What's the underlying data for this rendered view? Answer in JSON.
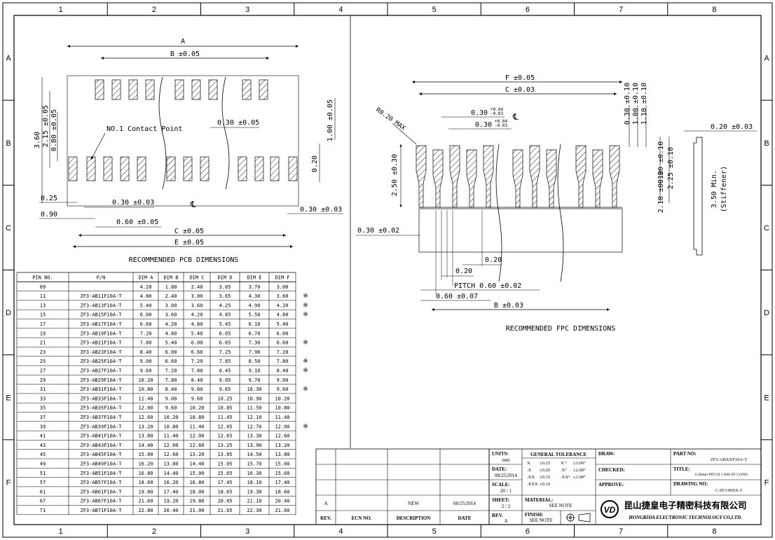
{
  "border": {
    "columns": [
      "1",
      "2",
      "3",
      "4",
      "5",
      "6",
      "7",
      "8"
    ],
    "rows": [
      "A",
      "B",
      "C",
      "D",
      "E",
      "F"
    ]
  },
  "pcb": {
    "caption": "RECOMMENDED PCB DIMENSIONS",
    "dim_a": "A",
    "dim_b": "B ±0.05",
    "dim_c": "C ±0.05",
    "dim_e": "E ±0.05",
    "h_360": "3.60",
    "h_215": "2.15 ±0.05",
    "h_080": "0.80 ±0.05",
    "contact_label": "NO.1 Contact Point",
    "w_030a": "0.30 ±0.05",
    "h_100": "1.00 ±0.05",
    "w_020": "0.20",
    "w_025": "0.25",
    "w_030b": "0.30 ±0.03",
    "w_090": "0.90",
    "w_060": "0.60 ±0.05",
    "w_030c": "0.30 ±0.03",
    "centerline": "℄"
  },
  "fpc": {
    "caption": "RECOMMENDED FPC DIMENSIONS",
    "dim_f": "F ±0.05",
    "dim_c": "C ±0.03",
    "r020": "R0.20 MAX",
    "w_030a": "0.30",
    "w_030a_tol_plus": "+0.04",
    "w_030a_tol_minus": "-0.03",
    "w_030b": "0.30",
    "w_030b_tol_plus": "+0.04",
    "w_030b_tol_minus": "-0.03",
    "v_030": "0.30 ±0.10",
    "v_100": "1.00 ±0.10",
    "v_110": "1.10 ±0.10",
    "v_020r": "0.20 ±0.10",
    "v_210": "2.10 ±0.10",
    "v_225": "2.25 ±0.10",
    "v_250": "2.50 ±0.30",
    "w_030c": "0.30 ±0.02",
    "w_020a": "0.20",
    "w_020b": "0.20",
    "pitch": "PITCH 0.60 ±0.02",
    "w_060": "0.60 ±0.07",
    "dim_b": "B ±0.03",
    "stiff_w": "0.20 ±0.03",
    "stiff_h": "3.50 Min.",
    "stiff_label": "(Stiffener)",
    "centerline": "℄"
  },
  "pin_table": {
    "headers": [
      "PIN NO.",
      "P/N",
      "DIM A",
      "DIM B",
      "DIM C",
      "DIM D",
      "DIM E",
      "DIM F"
    ],
    "note_mark": "※",
    "rows": [
      {
        "pin": "09",
        "pn": "",
        "a": "4.20",
        "b": "1.80",
        "c": "2.40",
        "d": "3.05",
        "e": "3.70",
        "f": "3.00",
        "mark": ""
      },
      {
        "pin": "11",
        "pn": "ZF3-AB11F10A-T",
        "a": "4.80",
        "b": "2.40",
        "c": "3.00",
        "d": "3.65",
        "e": "4.30",
        "f": "3.60",
        "mark": "※"
      },
      {
        "pin": "13",
        "pn": "ZF3-AB13F10A-T",
        "a": "5.40",
        "b": "3.00",
        "c": "3.60",
        "d": "4.25",
        "e": "4.90",
        "f": "4.20",
        "mark": "※"
      },
      {
        "pin": "15",
        "pn": "ZF3-AB15F10A-T",
        "a": "6.00",
        "b": "3.60",
        "c": "4.20",
        "d": "4.85",
        "e": "5.50",
        "f": "4.80",
        "mark": "※"
      },
      {
        "pin": "17",
        "pn": "ZF3-AB17F10A-T",
        "a": "6.60",
        "b": "4.20",
        "c": "4.80",
        "d": "5.45",
        "e": "6.10",
        "f": "5.40",
        "mark": ""
      },
      {
        "pin": "19",
        "pn": "ZF3-AB19F10A-T",
        "a": "7.20",
        "b": "4.80",
        "c": "5.40",
        "d": "6.05",
        "e": "6.70",
        "f": "6.00",
        "mark": ""
      },
      {
        "pin": "21",
        "pn": "ZF3-AB21F10A-T",
        "a": "7.80",
        "b": "5.40",
        "c": "6.00",
        "d": "6.65",
        "e": "7.30",
        "f": "6.60",
        "mark": "※"
      },
      {
        "pin": "23",
        "pn": "ZF3-AB23F10A-T",
        "a": "8.40",
        "b": "6.00",
        "c": "6.60",
        "d": "7.25",
        "e": "7.90",
        "f": "7.20",
        "mark": ""
      },
      {
        "pin": "25",
        "pn": "ZF3-AB25F10A-T",
        "a": "9.00",
        "b": "6.60",
        "c": "7.20",
        "d": "7.85",
        "e": "8.50",
        "f": "7.80",
        "mark": "※"
      },
      {
        "pin": "27",
        "pn": "ZF3-AB27F10A-T",
        "a": "9.60",
        "b": "7.20",
        "c": "7.80",
        "d": "8.45",
        "e": "9.10",
        "f": "8.40",
        "mark": "※"
      },
      {
        "pin": "29",
        "pn": "ZF3-AB29F10A-T",
        "a": "10.20",
        "b": "7.80",
        "c": "8.40",
        "d": "9.05",
        "e": "9.70",
        "f": "9.00",
        "mark": ""
      },
      {
        "pin": "31",
        "pn": "ZF3-AB31F10A-T",
        "a": "10.80",
        "b": "8.40",
        "c": "9.00",
        "d": "9.65",
        "e": "10.30",
        "f": "9.60",
        "mark": "※"
      },
      {
        "pin": "33",
        "pn": "ZF3-AB33F10A-T",
        "a": "11.40",
        "b": "9.00",
        "c": "9.60",
        "d": "10.25",
        "e": "10.90",
        "f": "10.20",
        "mark": ""
      },
      {
        "pin": "35",
        "pn": "ZF3-AB35F10A-T",
        "a": "12.00",
        "b": "9.60",
        "c": "10.20",
        "d": "10.85",
        "e": "11.50",
        "f": "10.80",
        "mark": ""
      },
      {
        "pin": "37",
        "pn": "ZF3-AB37F10A-T",
        "a": "12.60",
        "b": "10.20",
        "c": "10.80",
        "d": "11.45",
        "e": "12.10",
        "f": "11.40",
        "mark": ""
      },
      {
        "pin": "39",
        "pn": "ZF3-AB39F10A-T",
        "a": "13.20",
        "b": "10.80",
        "c": "11.40",
        "d": "12.05",
        "e": "12.70",
        "f": "12.00",
        "mark": "※"
      },
      {
        "pin": "41",
        "pn": "ZF3-AB41F10A-T",
        "a": "13.80",
        "b": "11.40",
        "c": "12.00",
        "d": "12.65",
        "e": "13.30",
        "f": "12.60",
        "mark": ""
      },
      {
        "pin": "43",
        "pn": "ZF3-AB43F10A-T",
        "a": "14.40",
        "b": "12.00",
        "c": "12.60",
        "d": "13.25",
        "e": "13.90",
        "f": "13.20",
        "mark": ""
      },
      {
        "pin": "45",
        "pn": "ZF3-AB45F10A-T",
        "a": "15.00",
        "b": "12.60",
        "c": "13.20",
        "d": "13.85",
        "e": "14.50",
        "f": "13.80",
        "mark": ""
      },
      {
        "pin": "49",
        "pn": "ZF3-AB49F10A-T",
        "a": "16.20",
        "b": "13.80",
        "c": "14.40",
        "d": "15.05",
        "e": "15.70",
        "f": "15.00",
        "mark": ""
      },
      {
        "pin": "51",
        "pn": "ZF3-AB51F10A-T",
        "a": "16.80",
        "b": "14.40",
        "c": "15.00",
        "d": "15.65",
        "e": "16.30",
        "f": "15.60",
        "mark": ""
      },
      {
        "pin": "57",
        "pn": "ZF3-AB57F10A-T",
        "a": "18.60",
        "b": "16.20",
        "c": "16.80",
        "d": "17.45",
        "e": "18.10",
        "f": "17.40",
        "mark": ""
      },
      {
        "pin": "61",
        "pn": "ZF3-AB61F10A-T",
        "a": "19.80",
        "b": "17.40",
        "c": "18.00",
        "d": "18.65",
        "e": "19.30",
        "f": "18.60",
        "mark": ""
      },
      {
        "pin": "67",
        "pn": "ZF3-AB67F10A-T",
        "a": "21.60",
        "b": "19.20",
        "c": "19.80",
        "d": "20.45",
        "e": "21.10",
        "f": "20.40",
        "mark": ""
      },
      {
        "pin": "71",
        "pn": "ZF3-AB71F10A-T",
        "a": "22.80",
        "b": "20.40",
        "c": "21.00",
        "d": "21.65",
        "e": "22.30",
        "f": "21.60",
        "mark": ""
      }
    ]
  },
  "revision": {
    "headers": [
      "REV.",
      "ECN NO.",
      "DESCRIPTION",
      "DATE"
    ],
    "row": {
      "rev": "A",
      "ecn": "",
      "desc": "NEW",
      "date": "08/25/2014"
    }
  },
  "title_block": {
    "units_label": "UNITS:",
    "units_value": "mm",
    "date_label": "DATE:",
    "date_value": "08/25/2014",
    "scale_label": "SCALE:",
    "scale_value": "20 / 1",
    "sheet_label": "SHEET:",
    "sheet_value": "2 / 2",
    "rev_label": "REV.",
    "rev_value": "A",
    "tol_title": "GENERAL TOLERANCE",
    "tol_rows": [
      [
        "X.",
        "±0.25",
        "X.°",
        "±3.00°"
      ],
      [
        ".X",
        "±0.20",
        ".X°",
        "±2.00°"
      ],
      [
        ".XX",
        "±0.15",
        ".XX°",
        "±1.00°"
      ],
      [
        ".XXX",
        "±0.10",
        "",
        ""
      ]
    ],
    "material_label": "MATERIAL:",
    "material_value": "SEE NOTE",
    "finish_label": "FINISH:",
    "finish_value": "SEE NOTE",
    "draw_label": "DRAW:",
    "checked_label": "CHECKED:",
    "approve_label": "APPROVE:",
    "partno_label": "PART NO:",
    "partno_value": "ZF3-ABXXF10A-T",
    "title_label": "TITLE:",
    "title_value": "0.30mm PITCH 1.00H ZF CONN.",
    "drawingno_label": "DRAWING NO:",
    "drawingno_value": "C-ZF3-00XX-T",
    "company_cn": "昆山捷皇电子精密科技有限公司",
    "company_en": "HONGRIDA ELECTRONIC TECHNOLOGY CO,LTD.",
    "logo_text": "VD"
  }
}
